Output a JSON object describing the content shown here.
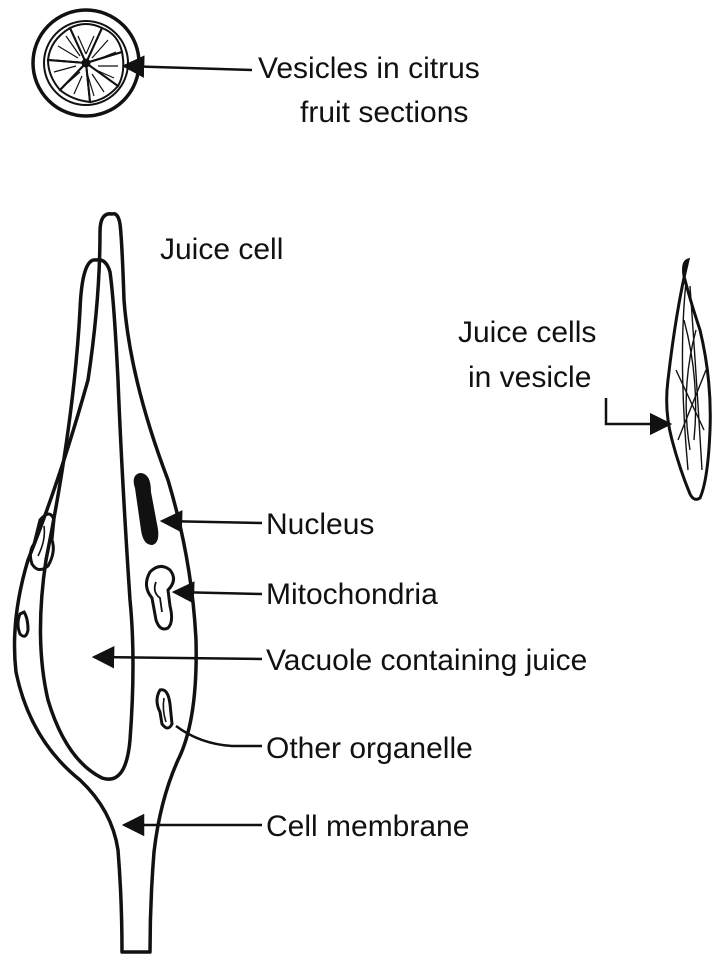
{
  "labels": {
    "vesicles_line1": "Vesicles in citrus",
    "vesicles_line2": "fruit sections",
    "juice_cell": "Juice cell",
    "juice_cells_line1": "Juice cells",
    "juice_cells_line2": "in vesicle",
    "nucleus": "Nucleus",
    "mitochondria": "Mitochondria",
    "vacuole": "Vacuole containing juice",
    "other_organelle": "Other organelle",
    "cell_membrane": "Cell membrane"
  },
  "colors": {
    "ink": "#111111",
    "background": "#ffffff"
  }
}
